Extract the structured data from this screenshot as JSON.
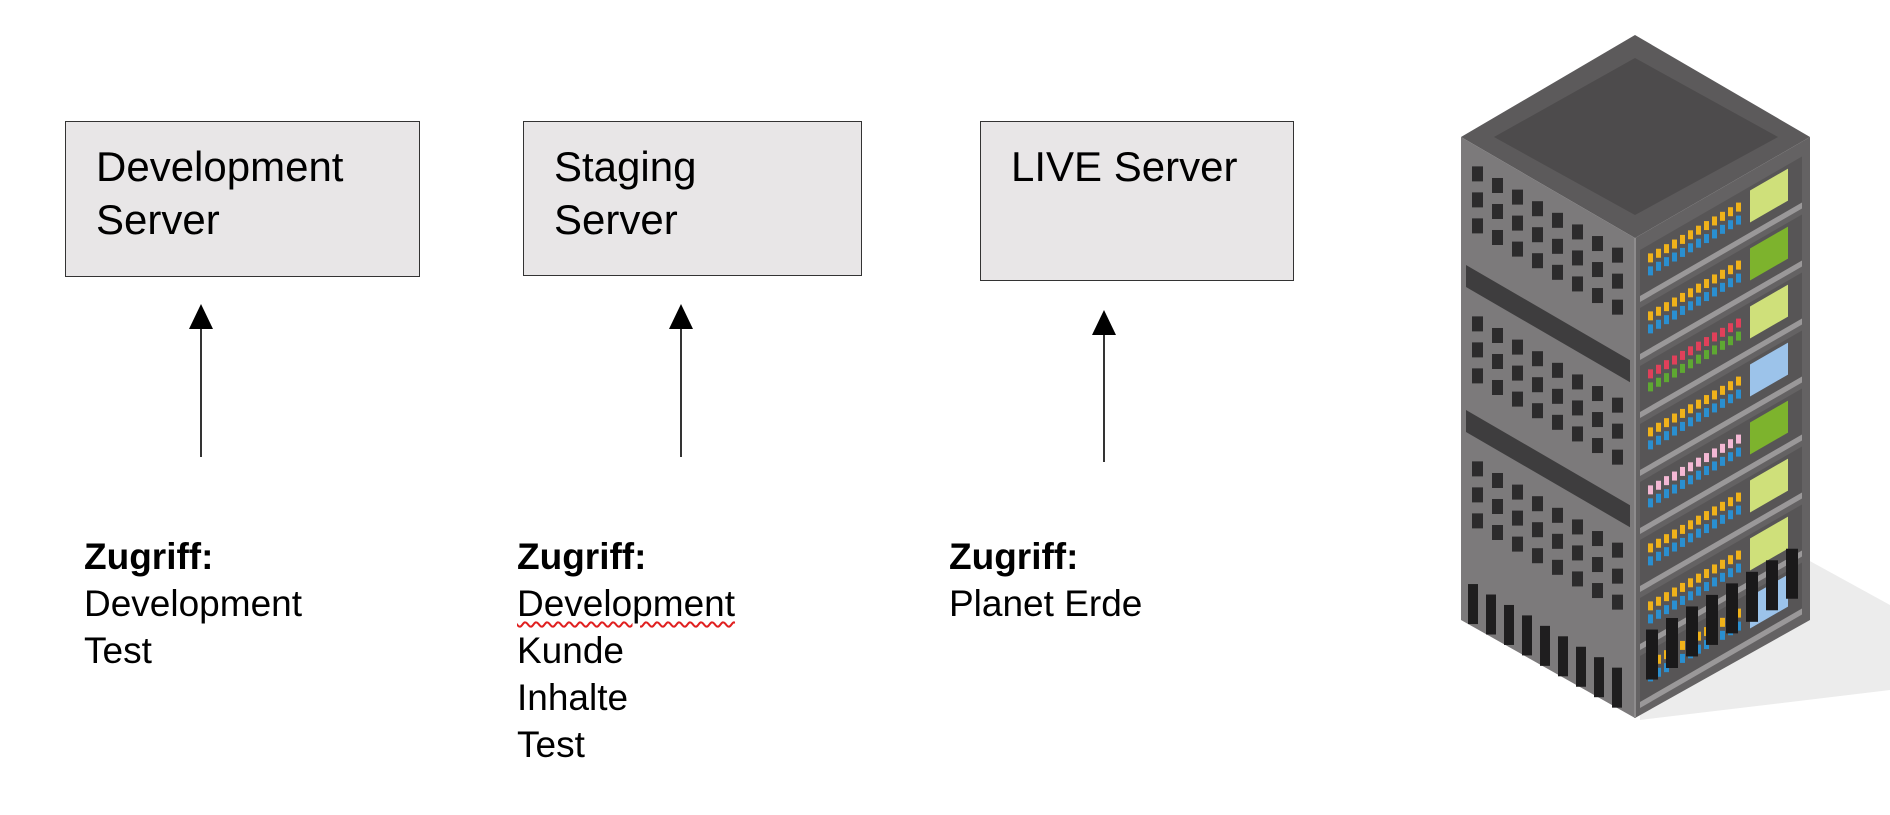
{
  "servers": [
    {
      "lines": [
        "Development",
        "Server"
      ]
    },
    {
      "lines": [
        "Staging",
        "Server"
      ]
    },
    {
      "lines": [
        "LIVE Server"
      ]
    }
  ],
  "access": [
    {
      "heading": "Zugriff:",
      "items": [
        "Development",
        "Test"
      ]
    },
    {
      "heading": "Zugriff:",
      "items": [
        "Development",
        "Kunde",
        "Inhalte",
        "Test"
      ]
    },
    {
      "heading": "Zugriff:",
      "items": [
        "Planet Erde"
      ]
    }
  ],
  "colors": {
    "box_fill": "#e8e6e7",
    "spellcheck_underline": "#e02020"
  },
  "icons": {
    "illustration": "server-rack-icon"
  }
}
